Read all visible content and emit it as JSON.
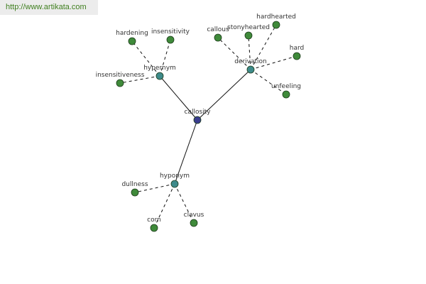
{
  "source_url": "http://www.artikata.com",
  "colors": {
    "root_node": "#3a3d8e",
    "relation_node": "#3e8a8a",
    "leaf_node": "#3f8a3a",
    "edge": "#111111"
  },
  "graph": {
    "root": "callosity",
    "relations": [
      {
        "id": "hypernym",
        "label": "hypernym",
        "words": [
          "hardening",
          "insensitivity",
          "insensitiveness"
        ]
      },
      {
        "id": "derivation",
        "label": "derivation",
        "words": [
          "callous",
          "stonyhearted",
          "hardhearted",
          "hard",
          "unfeeling"
        ]
      },
      {
        "id": "hyponym",
        "label": "hyponym",
        "words": [
          "dullness",
          "corn",
          "clavus"
        ]
      }
    ]
  }
}
